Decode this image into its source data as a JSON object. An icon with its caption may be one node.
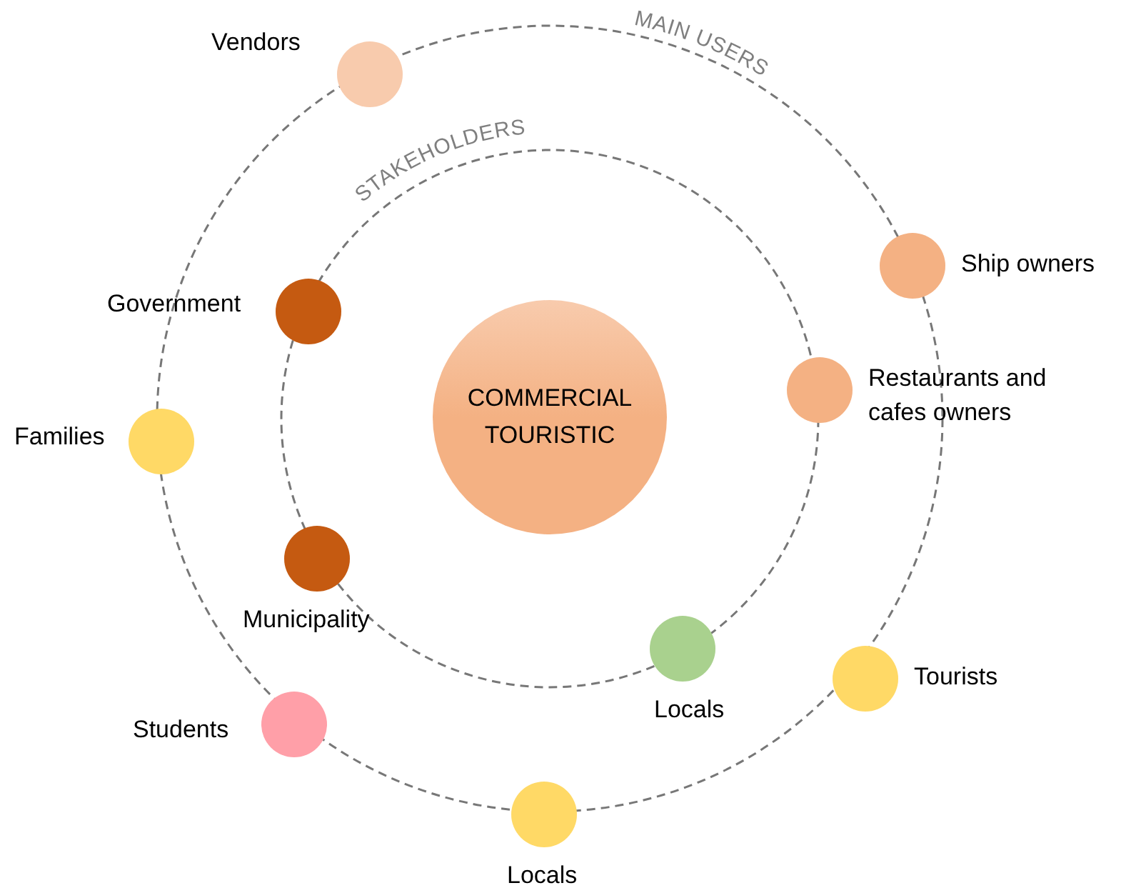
{
  "diagram": {
    "nodes": [
      {
        "text": [
          "COMMERCIAL TOURISTIC"
        ]
      },
      {
        "text": [],
        "shape": "circle",
        "beside": [
          "Vendors"
        ]
      },
      {
        "text": [],
        "shape": "circle",
        "beside": [
          "Ship owners"
        ]
      },
      {
        "text": [],
        "shape": "circle",
        "beside": [
          "Government"
        ]
      },
      {
        "text": [],
        "shape": "circle",
        "beside": [
          "Restaurants and cafes owners"
        ]
      },
      {
        "text": [],
        "shape": "circle",
        "beside": [
          "Families"
        ]
      },
      {
        "text": [],
        "shape": "circle",
        "beside": [
          "Municipality"
        ]
      },
      {
        "text": [],
        "shape": "circle",
        "beside": [
          "Locals"
        ]
      },
      {
        "text": [],
        "shape": "circle",
        "beside": [
          "Tourists"
        ]
      },
      {
        "text": [],
        "shape": "circle",
        "beside": [
          "Students"
        ]
      },
      {
        "text": [],
        "shape": "circle",
        "beside": [
          "Locals"
        ]
      }
    ],
    "labels": [
      "MAIN USERS",
      "STAKEHOLDERS"
    ]
  }
}
